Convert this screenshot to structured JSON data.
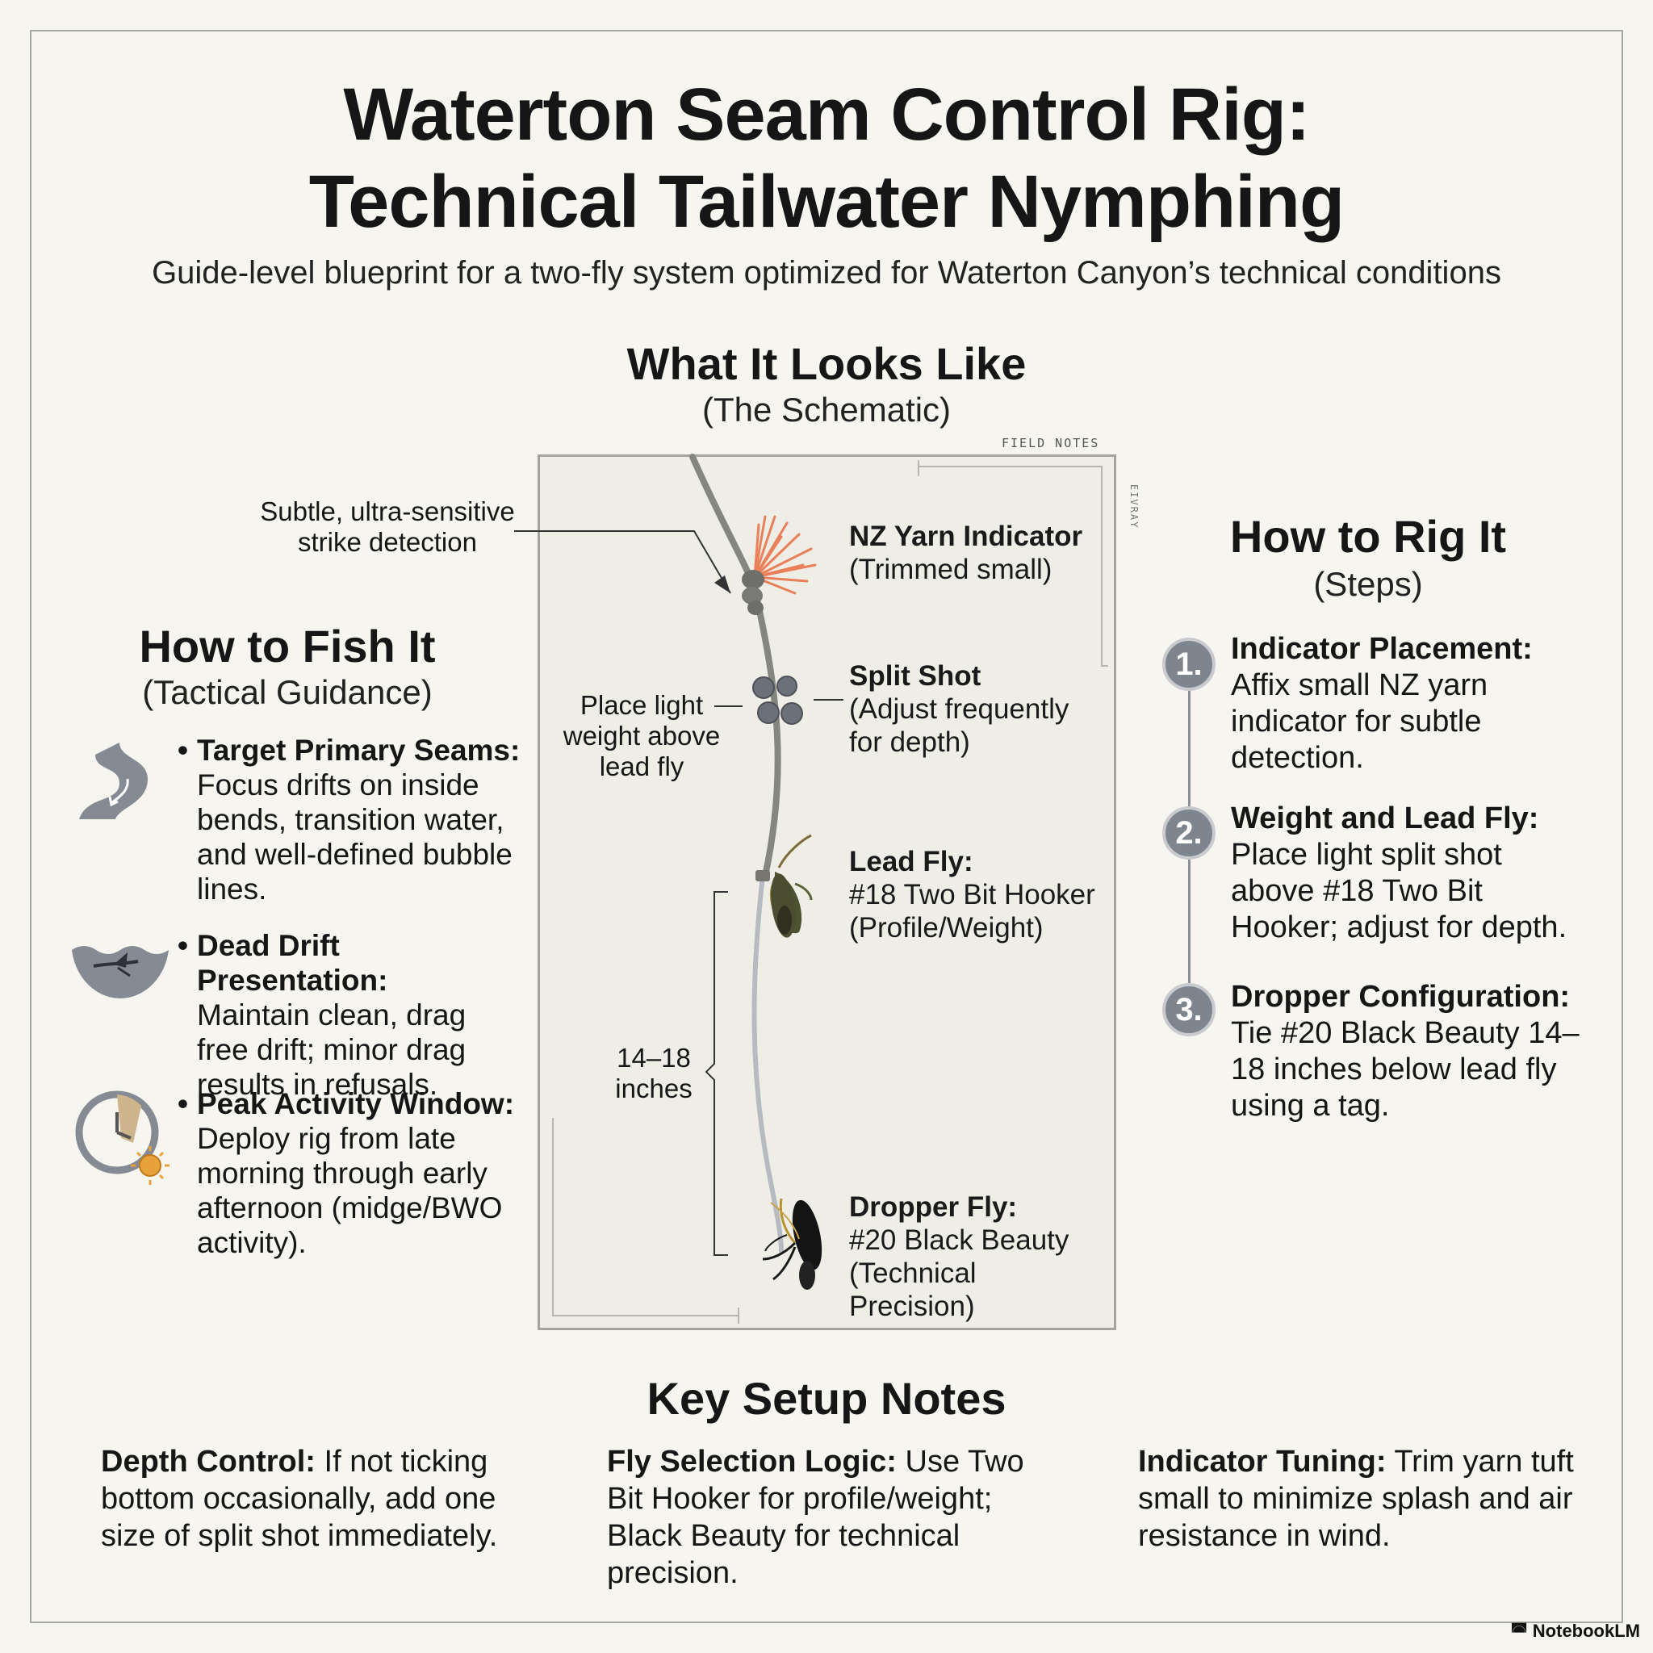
{
  "title": {
    "line1": "Waterton Seam Control Rig:",
    "line2": "Technical Tailwater Nymphing"
  },
  "subtitle": "Guide-level blueprint for a two-fly system optimized for Waterton Canyon’s technical conditions",
  "schematic": {
    "heading": "What It Looks Like",
    "subheading": "(The Schematic)",
    "field_notes": "FIELD NOTES",
    "vertical_tag": "EIVRAY",
    "strike_note": [
      "Subtle, ultra-sensitive",
      "strike detection"
    ],
    "weight_note": [
      "Place light",
      "weight above",
      "lead fly"
    ],
    "length_note": [
      "14–18",
      "inches"
    ],
    "components": [
      {
        "name": "NZ Yarn Indicator",
        "detail": "(Trimmed small)"
      },
      {
        "name": "Split Shot",
        "detail": "(Adjust frequently for depth)"
      },
      {
        "name": "Lead Fly:",
        "detail": "#18 Two Bit Hooker (Profile/Weight)"
      },
      {
        "name": "Dropper Fly:",
        "detail": "#20 Black Beauty (Technical Precision)"
      }
    ],
    "colors": {
      "indicator": "#e9805a",
      "line_upper": "#8a8a86",
      "line_lower": "#b9bcc2"
    }
  },
  "fish_it": {
    "heading": "How to Fish It",
    "subheading": "(Tactical Guidance)",
    "items": [
      {
        "icon": "river-bend-icon",
        "title": "Target Primary Seams:",
        "text": "Focus drifts on inside bends, transition water, and well-defined bubble lines."
      },
      {
        "icon": "drifting-fly-icon",
        "title": "Dead Drift Presentation:",
        "text": "Maintain clean, drag free drift; minor drag results in refusals."
      },
      {
        "icon": "clock-sun-icon",
        "title": "Peak Activity Window:",
        "text": "Deploy rig from late morning through early afternoon (midge/BWO activity)."
      }
    ]
  },
  "rig_it": {
    "heading": "How to Rig It",
    "subheading": "(Steps)",
    "steps": [
      {
        "num": "1.",
        "title": "Indicator Placement:",
        "text": "Affix small NZ yarn indicator for subtle detection."
      },
      {
        "num": "2.",
        "title": "Weight and Lead Fly:",
        "text": "Place light split shot above #18 Two Bit Hooker; adjust for depth."
      },
      {
        "num": "3.",
        "title": "Dropper Configuration:",
        "text": "Tie #20 Black Beauty 14–18 inches below lead fly using a tag."
      }
    ]
  },
  "key_notes": {
    "heading": "Key Setup Notes",
    "notes": [
      {
        "title": "Depth Control:",
        "text": "If not ticking bottom occasionally, add one size of split shot immediately."
      },
      {
        "title": "Fly Selection Logic:",
        "text": "Use Two Bit Hooker for profile/weight; Black Beauty for technical precision."
      },
      {
        "title": "Indicator Tuning:",
        "text": "Trim yarn tuft small to minimize splash and air resistance in wind."
      }
    ]
  },
  "brand": "NotebookLM"
}
